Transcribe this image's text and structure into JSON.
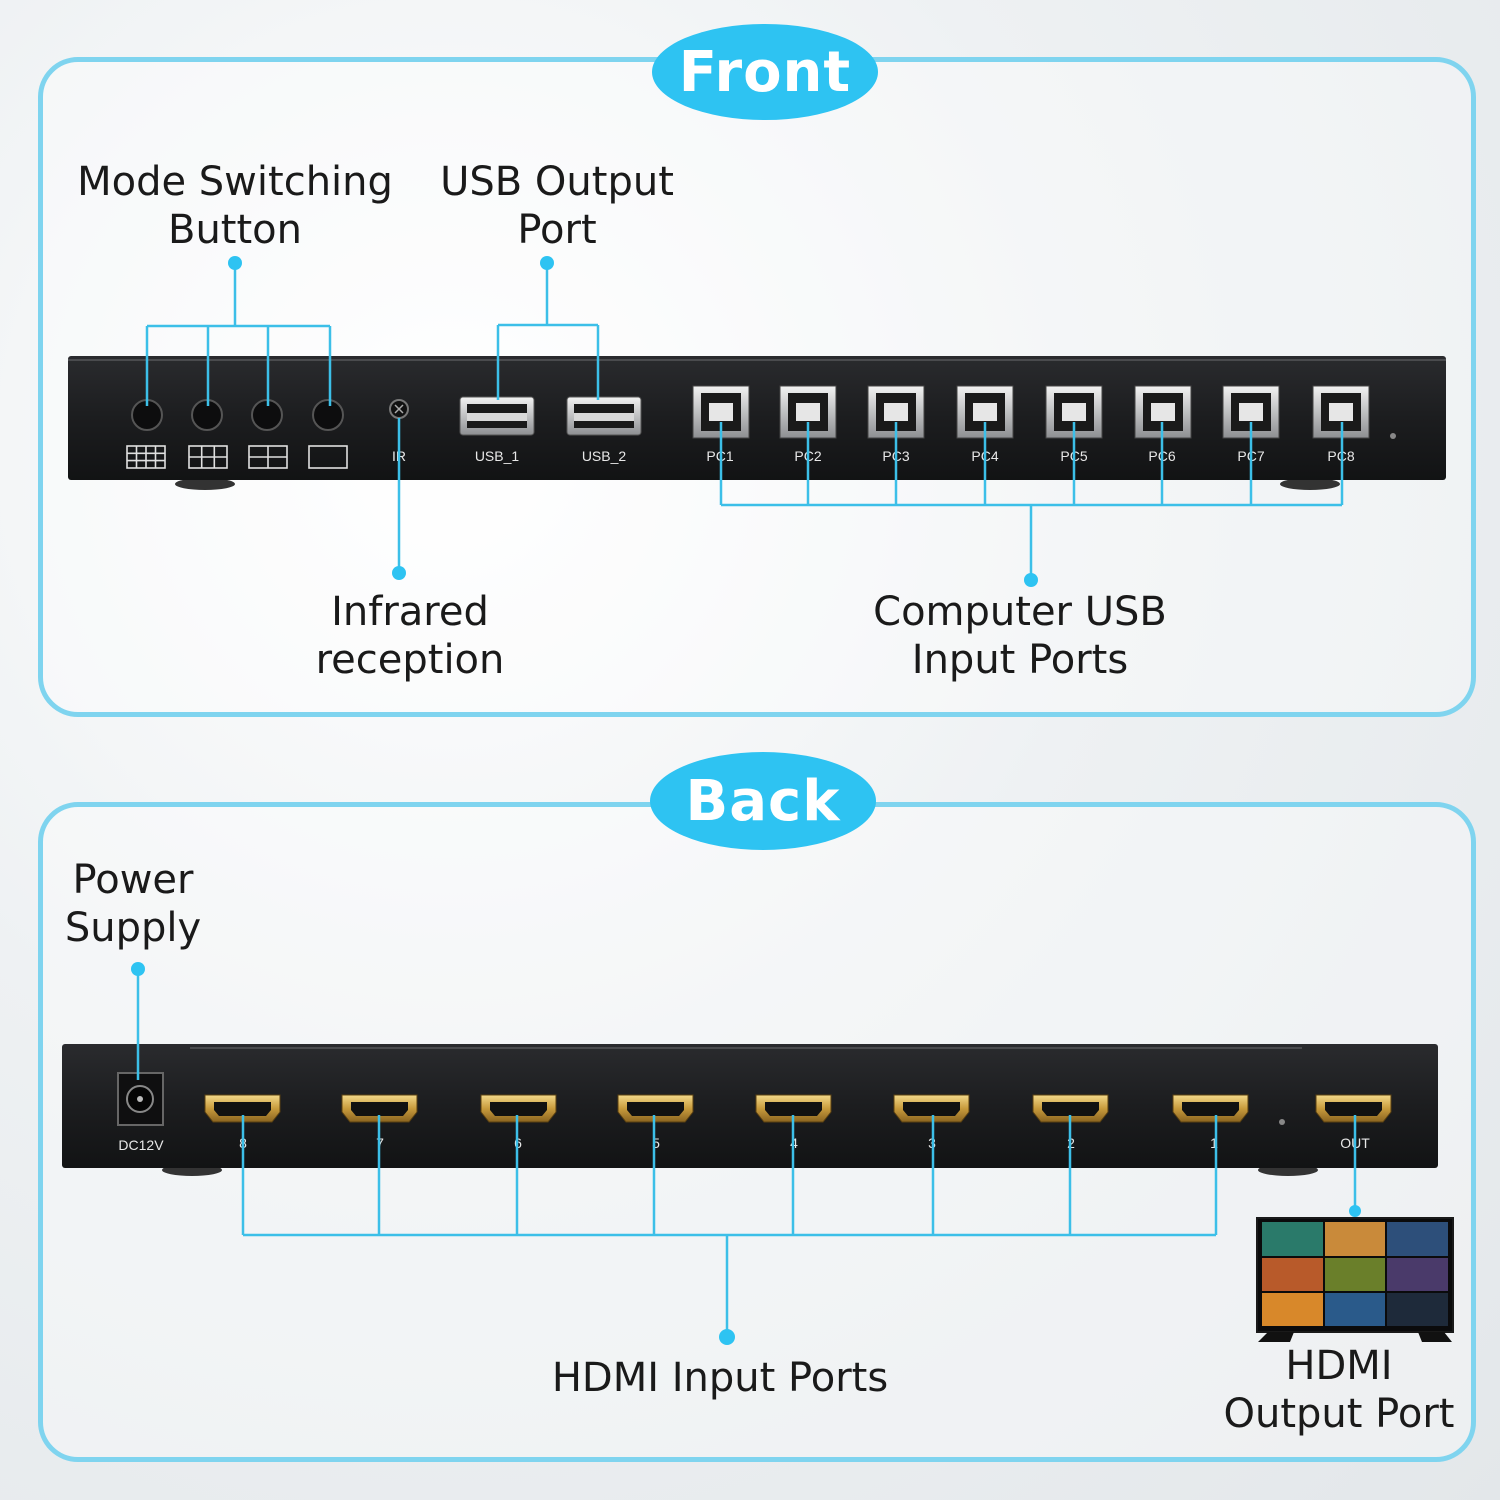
{
  "sections": {
    "front": {
      "title": "Front"
    },
    "back": {
      "title": "Back"
    }
  },
  "labels": {
    "mode_switching_button": {
      "line1": "Mode Switching",
      "line2": "Button"
    },
    "usb_output_port": {
      "line1": "USB Output",
      "line2": "Port"
    },
    "infrared_reception": {
      "line1": "Infrared",
      "line2": "reception"
    },
    "computer_usb_input_ports": {
      "line1": "Computer USB",
      "line2": "Input Ports"
    },
    "power_supply": {
      "line1": "Power",
      "line2": "Supply"
    },
    "hdmi_input_ports": {
      "line1": "HDMI Input Ports"
    },
    "hdmi_output_port": {
      "line1": "HDMI",
      "line2": "Output Port"
    }
  },
  "front_panel": {
    "ir_label": "IR",
    "usb_outputs": [
      "USB_1",
      "USB_2"
    ],
    "pc_ports": [
      "PC1",
      "PC2",
      "PC3",
      "PC4",
      "PC5",
      "PC6",
      "PC7",
      "PC8"
    ]
  },
  "back_panel": {
    "dc_label": "DC12V",
    "hdmi_inputs": [
      "8",
      "7",
      "6",
      "5",
      "4",
      "3",
      "2",
      "1"
    ],
    "out_label": "OUT"
  },
  "colors": {
    "accent": "#2ec3f2",
    "panel_border": "#7fd4ef",
    "callout_line": "#3cbfe8",
    "device_body": "#1c1d1f"
  }
}
